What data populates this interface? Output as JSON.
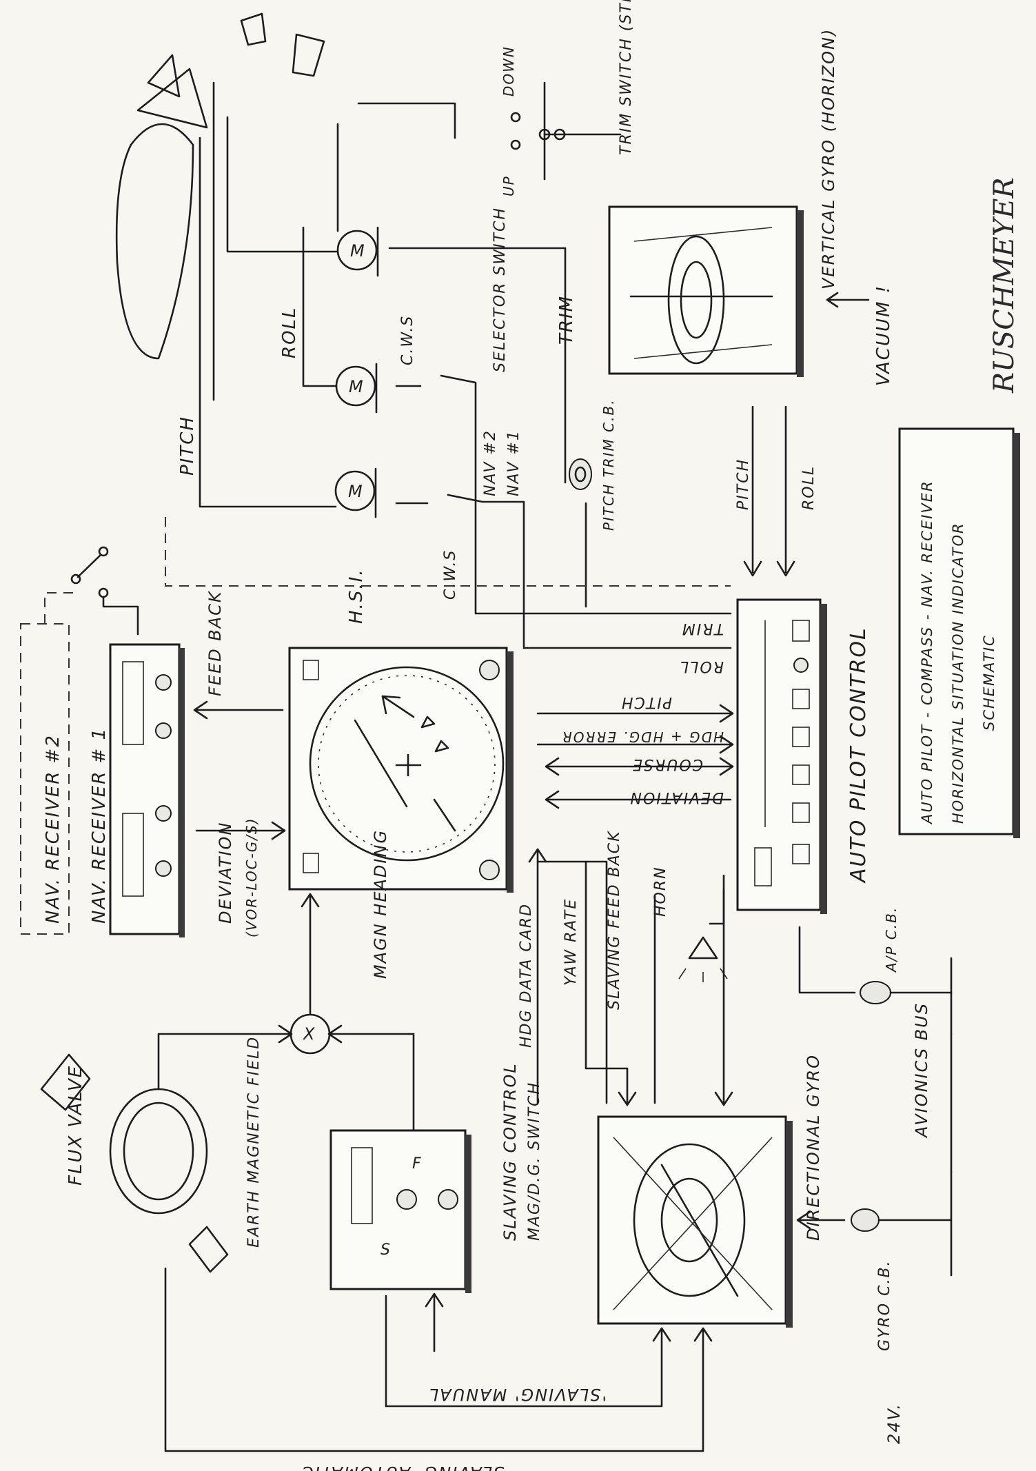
{
  "labels": {
    "nav2_sel": "NAV #2",
    "nav1_sel": "NAV #1",
    "selector_switch": "SELECTOR SWITCH",
    "nav_receiver_2": "NAV. RECEIVER #2",
    "nav_receiver_1": "NAV. RECEIVER # 1",
    "feed_back": "FEED BACK",
    "deviation_nav": "DEVIATION",
    "deviation_nav_sub": "(VOR-LOC-G/S)",
    "hsi": "H.S.I.",
    "pitch_left": "PITCH",
    "roll_top": "ROLL",
    "cws_top": "C.W.S",
    "cws_low": "C.W.S",
    "trim_top": "TRIM",
    "pitch_trim_cb": "PITCH TRIM C.B.",
    "up": "UP",
    "down": "DOWN",
    "trim_switch": "TRIM SWITCH (STICK)",
    "vertical_gyro": "VERTICAL GYRO (HORIZON)",
    "vacuum": "VACUUM !",
    "pitch_right": "PITCH",
    "roll_right": "ROLL",
    "bus_trim": "TRIM",
    "bus_roll": "ROLL",
    "bus_pitch": "PITCH",
    "hdg_error": "HDG + HDG. ERROR",
    "course": "COURSE",
    "deviation_ap": "DEVIATION",
    "autopilot_control": "AUTO PILOT CONTROL",
    "title_line1": "AUTO PILOT - COMPASS - NAV. RECEIVER",
    "title_line2": "HORIZONTAL SITUATION INDICATOR",
    "title_line3": "SCHEMATIC",
    "signature": "RUSCHMEYER",
    "magn_heading": "MAGN HEADING",
    "hdg_data_card": "HDG DATA CARD",
    "yaw_rate": "YAW RATE",
    "slaving_feedback": "SLAVING FEED BACK",
    "horn": "HORN",
    "ap_cb": "A/P C.B.",
    "flux_valve": "FLUX VALVE",
    "earth_field": "EARTH MAGNETIC FIELD",
    "slaving_control": "SLAVING CONTROL",
    "slaving_switch": "MAG/D.G. SWITCH",
    "switch_s": "S",
    "switch_f": "F",
    "directional_gyro": "DIRECTIONAL GYRO",
    "avionics_bus": "AVIONICS BUS",
    "gyro_cb": "GYRO C.B.",
    "v24": "24V.",
    "slaving_manual": "'SLAVING' MANUAL",
    "slaving_automatic": "'SLAVING' AUTOMATIC",
    "motor": "M",
    "summer": "X"
  }
}
